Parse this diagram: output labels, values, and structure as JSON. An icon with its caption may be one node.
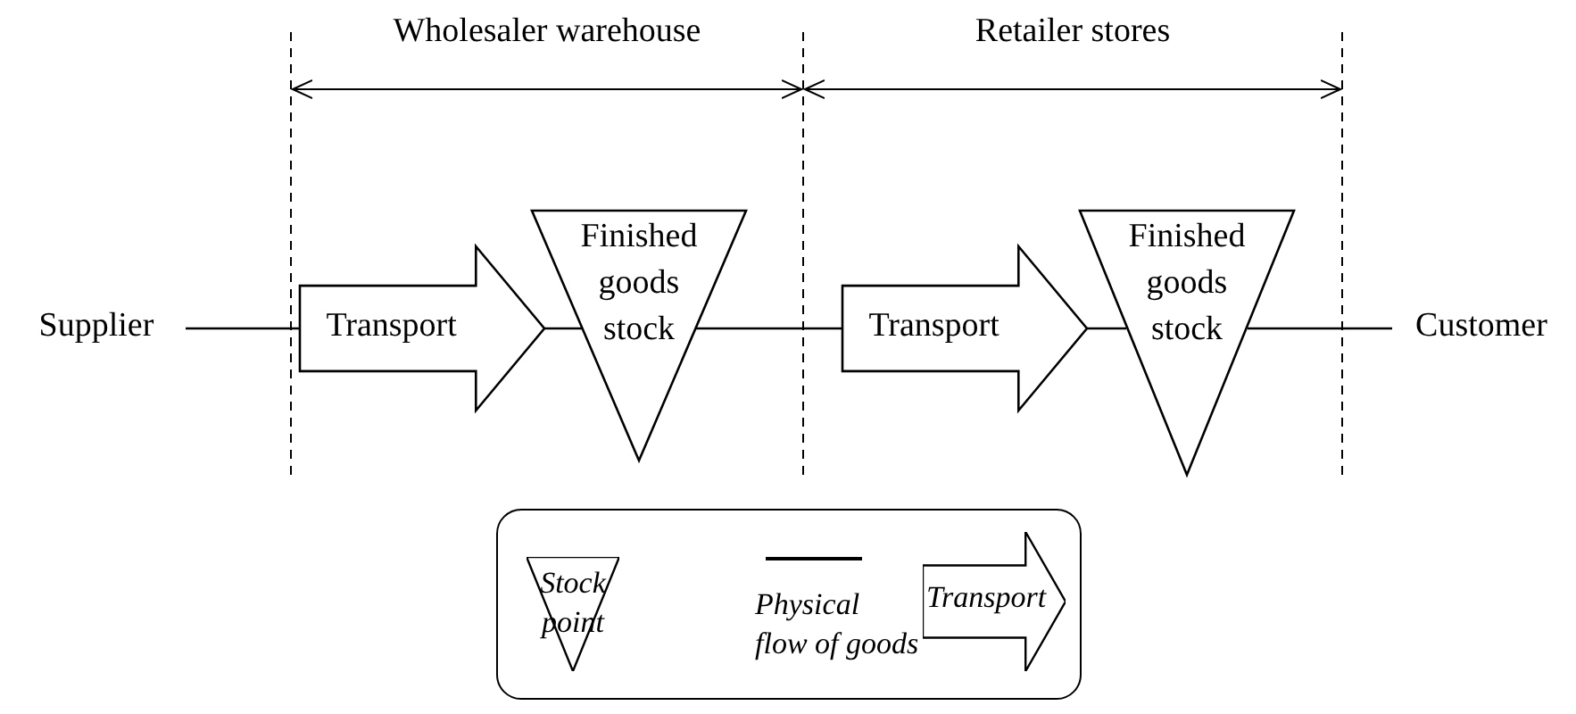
{
  "diagram": {
    "nodes": [
      {
        "text": [
          "Supplier"
        ]
      },
      {
        "text": [
          "Transport"
        ]
      },
      {
        "text": [
          "Finished goods stock"
        ]
      },
      {
        "text": [
          "Transport"
        ]
      },
      {
        "text": [
          "Finished goods stock"
        ]
      },
      {
        "text": [
          "Customer"
        ]
      }
    ],
    "edges": [
      {
        "from": 0,
        "to": 1,
        "arrow": "none"
      },
      {
        "from": 1,
        "to": 2,
        "arrow": "none"
      },
      {
        "from": 2,
        "to": 3,
        "arrow": "none"
      },
      {
        "from": 3,
        "to": 4,
        "arrow": "none"
      },
      {
        "from": 4,
        "to": 5,
        "arrow": "none"
      }
    ],
    "labels": [
      "Wholesaler warehouse",
      "Retailer stores"
    ],
    "legend": [
      {
        "text": "Stock point"
      },
      {
        "text": "Physical flow of goods"
      },
      {
        "text": "Transport"
      }
    ]
  }
}
